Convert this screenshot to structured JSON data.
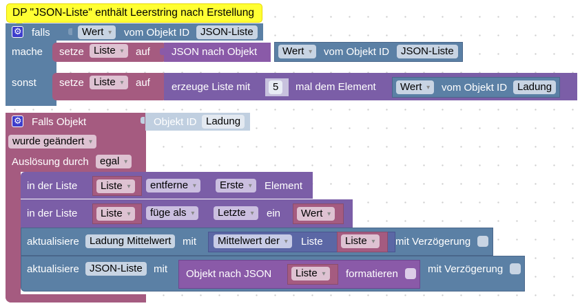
{
  "comment": "DP \"JSON-Liste\" enthält Leerstring nach Erstellung",
  "if_block": {
    "falls": "falls",
    "mache": "mache",
    "sonst": "sonst",
    "condition": {
      "dropdown": "Wert",
      "label": "vom Objekt ID",
      "object_id": "JSON-Liste"
    },
    "then": {
      "setze": "setze",
      "variable": "Liste",
      "auf": "auf",
      "json_to_obj": "JSON nach Objekt",
      "value": {
        "dropdown": "Wert",
        "label": "vom Objekt ID",
        "object_id": "JSON-Liste"
      }
    },
    "else": {
      "setze": "setze",
      "variable": "Liste",
      "auf": "auf",
      "create_list": "erzeuge Liste mit",
      "count": "5",
      "times_element": "mal dem Element",
      "value": {
        "dropdown": "Wert",
        "label": "vom Objekt ID",
        "object_id": "Ladung"
      }
    }
  },
  "trigger": {
    "title": "Falls Objekt",
    "object_label": "Objekt ID",
    "object_id": "Ladung",
    "condition": "wurde geändert",
    "trigger_label": "Auslösung durch",
    "trigger_value": "egal",
    "statements": {
      "remove": {
        "prefix": "in der Liste",
        "list": "Liste",
        "op": "entferne",
        "pos": "Erste",
        "suffix": "Element"
      },
      "insert": {
        "prefix": "in der Liste",
        "list": "Liste",
        "op": "füge als",
        "pos": "Letzte",
        "mid": "ein",
        "value": "Wert"
      },
      "update_avg": {
        "prefix": "aktualisiere",
        "target": "Ladung Mittelwert",
        "mit": "mit",
        "func": "Mittelwert der",
        "list_label": "Liste",
        "list": "Liste",
        "delay": "mit Verzögerung",
        "delay_checked": false
      },
      "update_json": {
        "prefix": "aktualisiere",
        "target": "JSON-Liste",
        "mit": "mit",
        "obj_to_json": "Objekt nach JSON",
        "list": "Liste",
        "format": "formatieren",
        "format_checked": false,
        "delay": "mit Verzögerung",
        "delay_checked": false
      }
    }
  },
  "colors": {
    "logic": "#5b80a5",
    "variable": "#a55b80",
    "list": "#745ba5",
    "json": "#8a5aa8",
    "comment": "#ffff00"
  }
}
